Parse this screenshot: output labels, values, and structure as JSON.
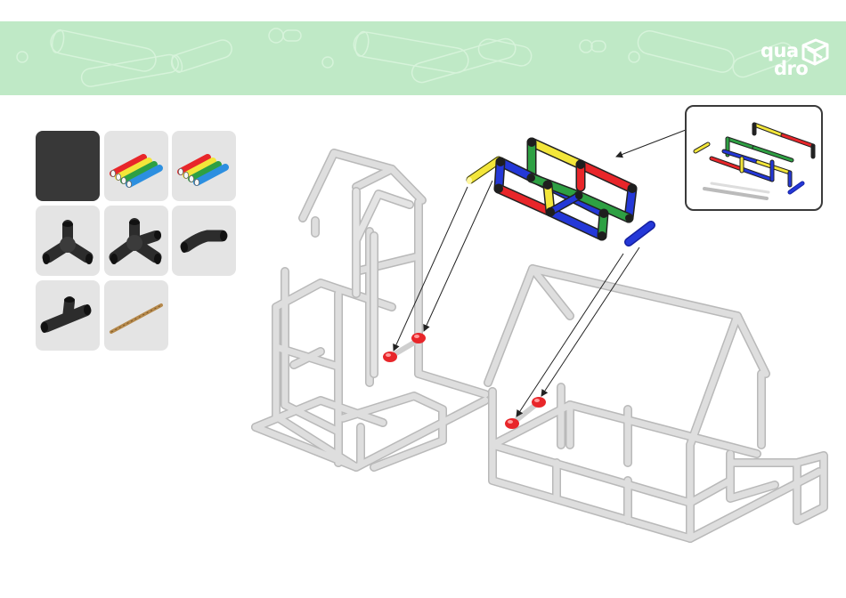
{
  "header": {
    "logo_top": "qua",
    "logo_bottom": "dro",
    "band_color": "#bfe9c6"
  },
  "palette": {
    "tiles": [
      {
        "icon": "blank-dark-tile",
        "selected": true
      },
      {
        "icon": "colored-tubes-icon"
      },
      {
        "icon": "colored-tubes-icon"
      },
      {
        "icon": "three-way-connector-icon"
      },
      {
        "icon": "four-way-connector-icon"
      },
      {
        "icon": "elbow-connector-icon"
      },
      {
        "icon": "t-connector-icon"
      },
      {
        "icon": "wooden-rod-icon"
      }
    ]
  },
  "colors": {
    "frame": "#d6d6d6",
    "red": "#e8262a",
    "yellow": "#f3e63a",
    "green": "#2ea043",
    "blue": "#2438d8",
    "connector": "#2c2c2c"
  }
}
